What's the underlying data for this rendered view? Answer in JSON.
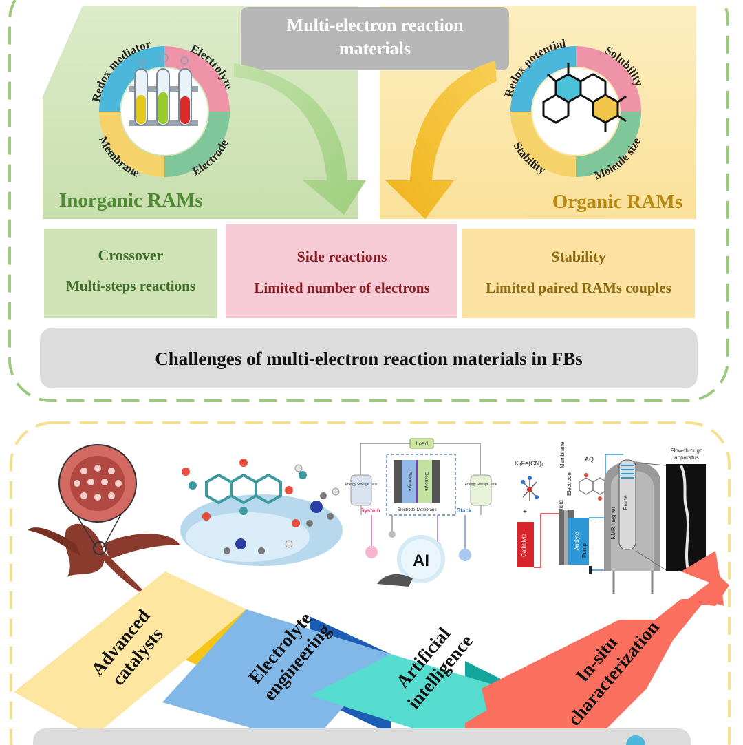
{
  "top": {
    "title_line1": "Multi-electron reaction",
    "title_line2": "materials",
    "inorganic_label": "Inorganic RAMs",
    "organic_label": "Organic RAMs",
    "inorganic_ring": [
      "Redox mediator",
      "Electrolyte",
      "Electrode",
      "Membrane"
    ],
    "organic_ring": [
      "Redox potential",
      "Solubility",
      "Moleule size",
      "Stability"
    ],
    "challenges": [
      {
        "title": "Crossover",
        "detail": "Multi-steps reactions"
      },
      {
        "title": "Side reactions",
        "detail": "Limited  number of electrons"
      },
      {
        "title": "Stability",
        "detail": "Limited paired RAMs couples"
      }
    ],
    "bottom_banner": "Challenges of multi-electron reaction materials in  FBs"
  },
  "bottom": {
    "steps": [
      {
        "line1": "Advanced",
        "line2": "catalysts"
      },
      {
        "line1": "Electrolyte",
        "line2": "engineering"
      },
      {
        "line1": "Artificial",
        "line2": "intelligence"
      },
      {
        "line1": "In-situ",
        "line2": "characterization"
      }
    ],
    "ai_panel": {
      "load": "Load",
      "left_tank": "Energy Storage Tank",
      "right_tank": "Energy Storage Tank",
      "electrode_left": "Electrode",
      "electrolyte_left": "Electrolyte",
      "electrolyte_right": "Electrolyte",
      "membrane": "Membrane",
      "system": "System",
      "stack": "Stack",
      "ai": "AI"
    },
    "insitu_panel": {
      "reagent": "K₄Fe(CN)₆",
      "aq": "AQ",
      "membrane": "Membrane",
      "electrode": "Electrode",
      "flow_field": "Flow field",
      "catholyte": "Catholyte",
      "anolyte": "Anolyte",
      "pump": "Pump",
      "nmr": "NMR magnet",
      "probe": "Probe",
      "flowthrough_line1": "Flow-through",
      "flowthrough_line2": "apparatus",
      "plus": "+",
      "minus": "−"
    }
  },
  "colors": {
    "green": "#cfe3b6",
    "yellow": "#fbe6a6",
    "pink": "#f6cad5",
    "gray": "#dddddd",
    "ring_blue": "#4bb7da",
    "ring_pink": "#ee93a8",
    "ring_green": "#7fc69a",
    "ring_yellow": "#f6d36a",
    "step_yellow": "#fde7a0",
    "step_blue": "#7fb3e4",
    "step_cyan": "#50d8cd",
    "step_red": "#fb6f5f"
  }
}
